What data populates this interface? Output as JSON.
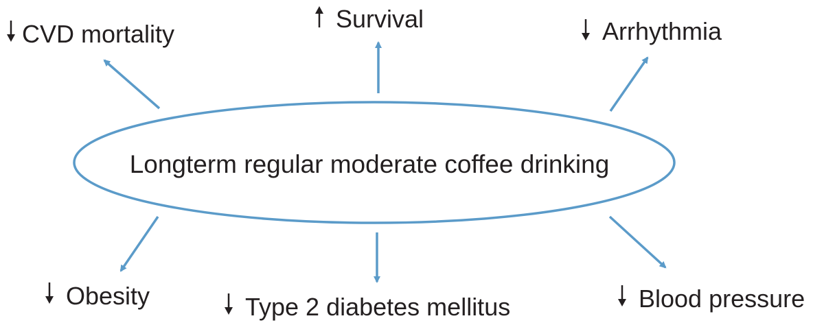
{
  "center": {
    "text": "Longterm regular moderate coffee drinking"
  },
  "effects": [
    {
      "id": "cvd-mortality",
      "direction": "down",
      "text": "CVD mortality"
    },
    {
      "id": "survival",
      "direction": "up",
      "text": "Survival"
    },
    {
      "id": "arrhythmia",
      "direction": "down",
      "text": "Arrhythmia"
    },
    {
      "id": "obesity",
      "direction": "down",
      "text": "Obesity"
    },
    {
      "id": "type2-diabetes",
      "direction": "down",
      "text": "Type 2 diabetes mellitus"
    },
    {
      "id": "blood-pressure",
      "direction": "down",
      "text": "Blood pressure"
    }
  ],
  "colors": {
    "connector": "#5b9bc9",
    "text": "#231f20"
  }
}
